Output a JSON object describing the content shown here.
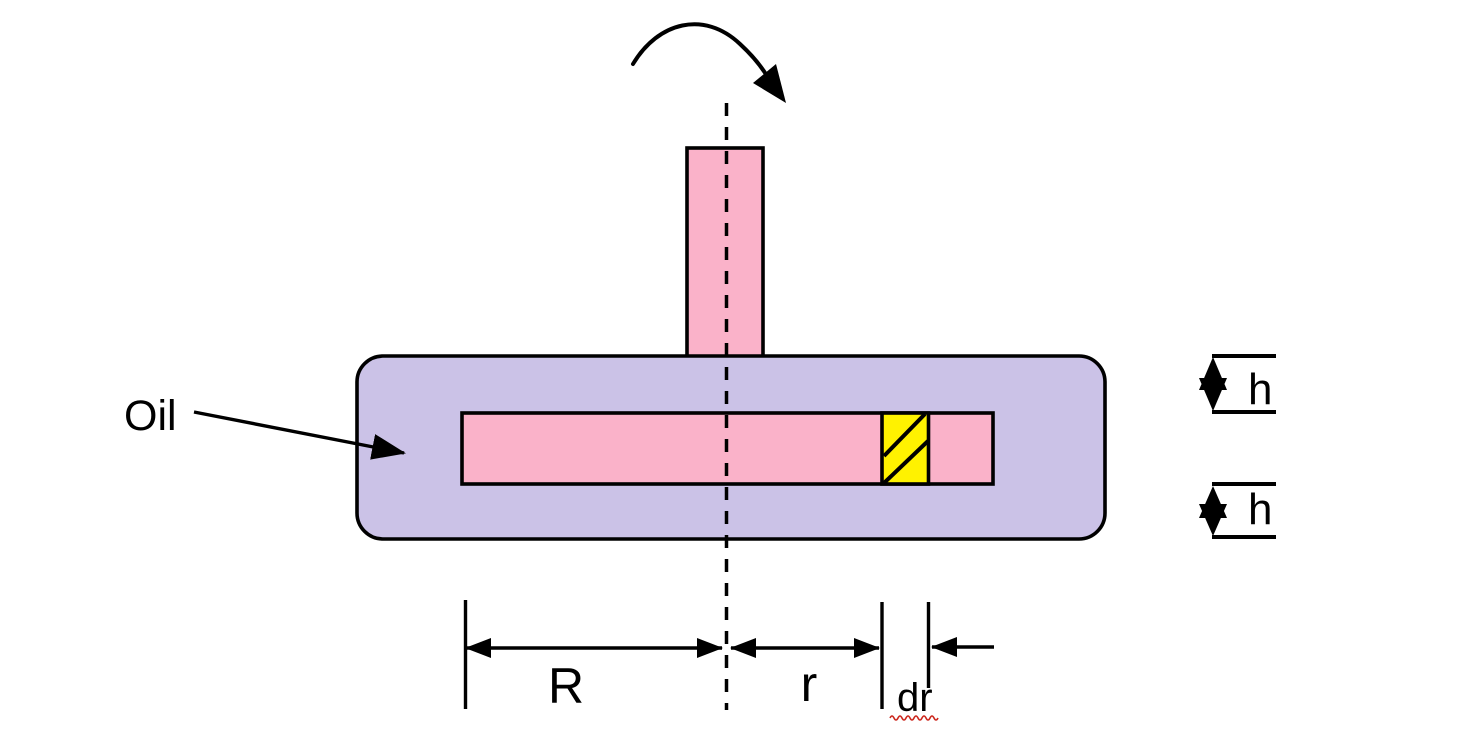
{
  "figure": {
    "labels": {
      "oil": "Oil",
      "gap_top": "h",
      "gap_bottom": "h",
      "radius_R": "R",
      "radius_r": "r",
      "differential_dr": "dr"
    },
    "colors": {
      "disk": "#FAB2C9",
      "housing": "#CBC2E7",
      "element": "#FFF200",
      "outline": "#000000",
      "underline": "#CC281E",
      "background": "#FFFFFF"
    }
  }
}
